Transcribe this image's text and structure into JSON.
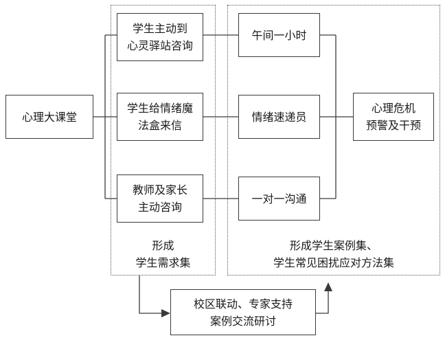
{
  "diagram": {
    "source_box": [
      "心理大课堂"
    ],
    "channels": [
      [
        "学生主动到",
        "心灵驿站咨询"
      ],
      [
        "学生给情绪魔",
        "法盒来信"
      ],
      [
        "教师及家长",
        "主动咨询"
      ]
    ],
    "responses": [
      [
        "午间一小时"
      ],
      [
        "情绪速递员"
      ],
      [
        "一对一沟通"
      ]
    ],
    "outcome_box": [
      "心理危机",
      "预警及干预"
    ],
    "region_left_caption": [
      "形成",
      "学生需求集"
    ],
    "region_right_caption": [
      "形成学生案例集、",
      "学生常见困扰应对方法集"
    ],
    "bottom_box": [
      "校区联动、专家支持",
      "案例交流研讨"
    ]
  }
}
